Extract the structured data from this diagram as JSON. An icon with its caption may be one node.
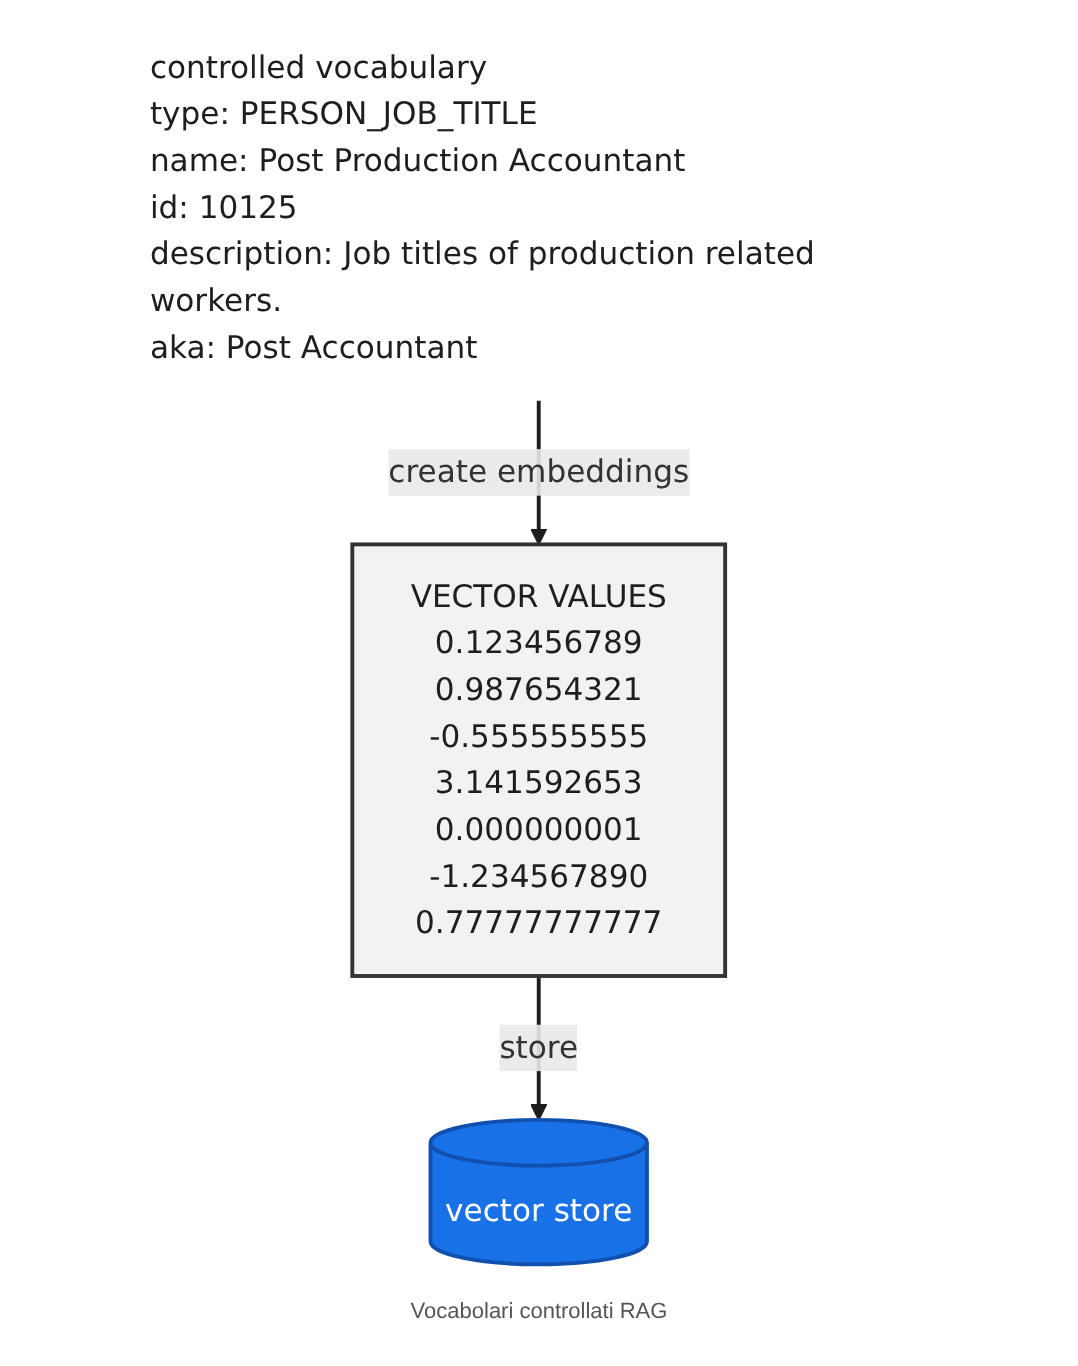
{
  "diagram": {
    "caption": "Vocabolari controllati RAG",
    "nodes": [
      {
        "text": [
          "controlled vocabulary",
          "type: PERSON_JOB_TITLE",
          "name: Post Production Accountant",
          "id: 10125",
          "description: Job titles of production related workers.",
          "aka: Post Accountant"
        ]
      },
      {
        "text": [
          "VECTOR VALUES",
          "0.123456789",
          "0.987654321",
          "-0.555555555",
          "3.141592653",
          "0.000000001",
          "-1.234567890",
          "0.77777777777"
        ]
      },
      {
        "text": [
          "vector store"
        ]
      }
    ],
    "edges": [
      {
        "from": 0,
        "to": 1,
        "label": "create embeddings",
        "arrow": "to"
      },
      {
        "from": 1,
        "to": 2,
        "label": "store",
        "arrow": "to"
      }
    ]
  }
}
